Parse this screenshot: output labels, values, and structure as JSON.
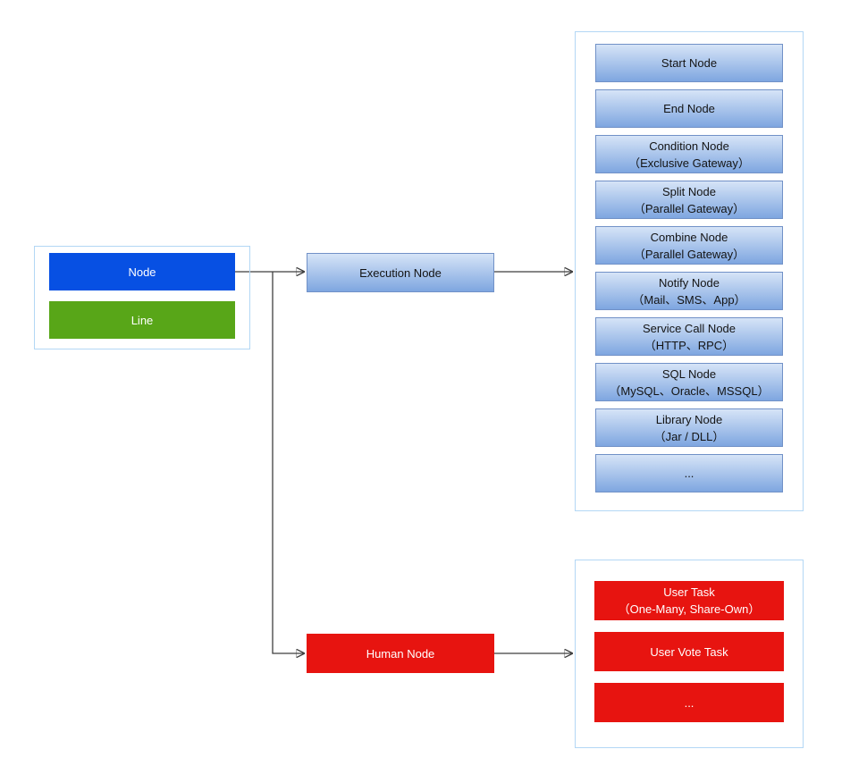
{
  "legend": {
    "items": [
      {
        "label": "Node",
        "color_key": "node_blue"
      },
      {
        "label": "Line",
        "color_key": "line_green"
      }
    ]
  },
  "flow": {
    "execution_root": {
      "label": "Execution Node"
    },
    "human_root": {
      "label": "Human Node"
    }
  },
  "panels": {
    "execution": {
      "items": [
        {
          "line1": "Start Node",
          "line2": ""
        },
        {
          "line1": "End Node",
          "line2": ""
        },
        {
          "line1": "Condition Node",
          "line2": "（Exclusive Gateway）"
        },
        {
          "line1": "Split Node",
          "line2": "（Parallel Gateway）"
        },
        {
          "line1": "Combine Node",
          "line2": "（Parallel Gateway）"
        },
        {
          "line1": "Notify Node",
          "line2": "（Mail、SMS、App）"
        },
        {
          "line1": "Service Call Node",
          "line2": "（HTTP、RPC）"
        },
        {
          "line1": "SQL Node",
          "line2": "（MySQL、Oracle、MSSQL）"
        },
        {
          "line1": "Library Node",
          "line2": "（Jar / DLL）"
        },
        {
          "line1": "...",
          "line2": ""
        }
      ]
    },
    "human": {
      "items": [
        {
          "line1": "User Task",
          "line2": "（One-Many, Share-Own）"
        },
        {
          "line1": "User Vote Task",
          "line2": ""
        },
        {
          "line1": "...",
          "line2": ""
        }
      ]
    }
  },
  "colors": {
    "node_blue": "#0750e3",
    "line_green": "#58a618",
    "human_red": "#e71410",
    "gradient_top": "#d6e4f7",
    "gradient_bottom": "#7ea6e0",
    "gradient_border": "#7191c7",
    "panel_border": "#b3d7f5",
    "edge": "#3f3f3f"
  }
}
